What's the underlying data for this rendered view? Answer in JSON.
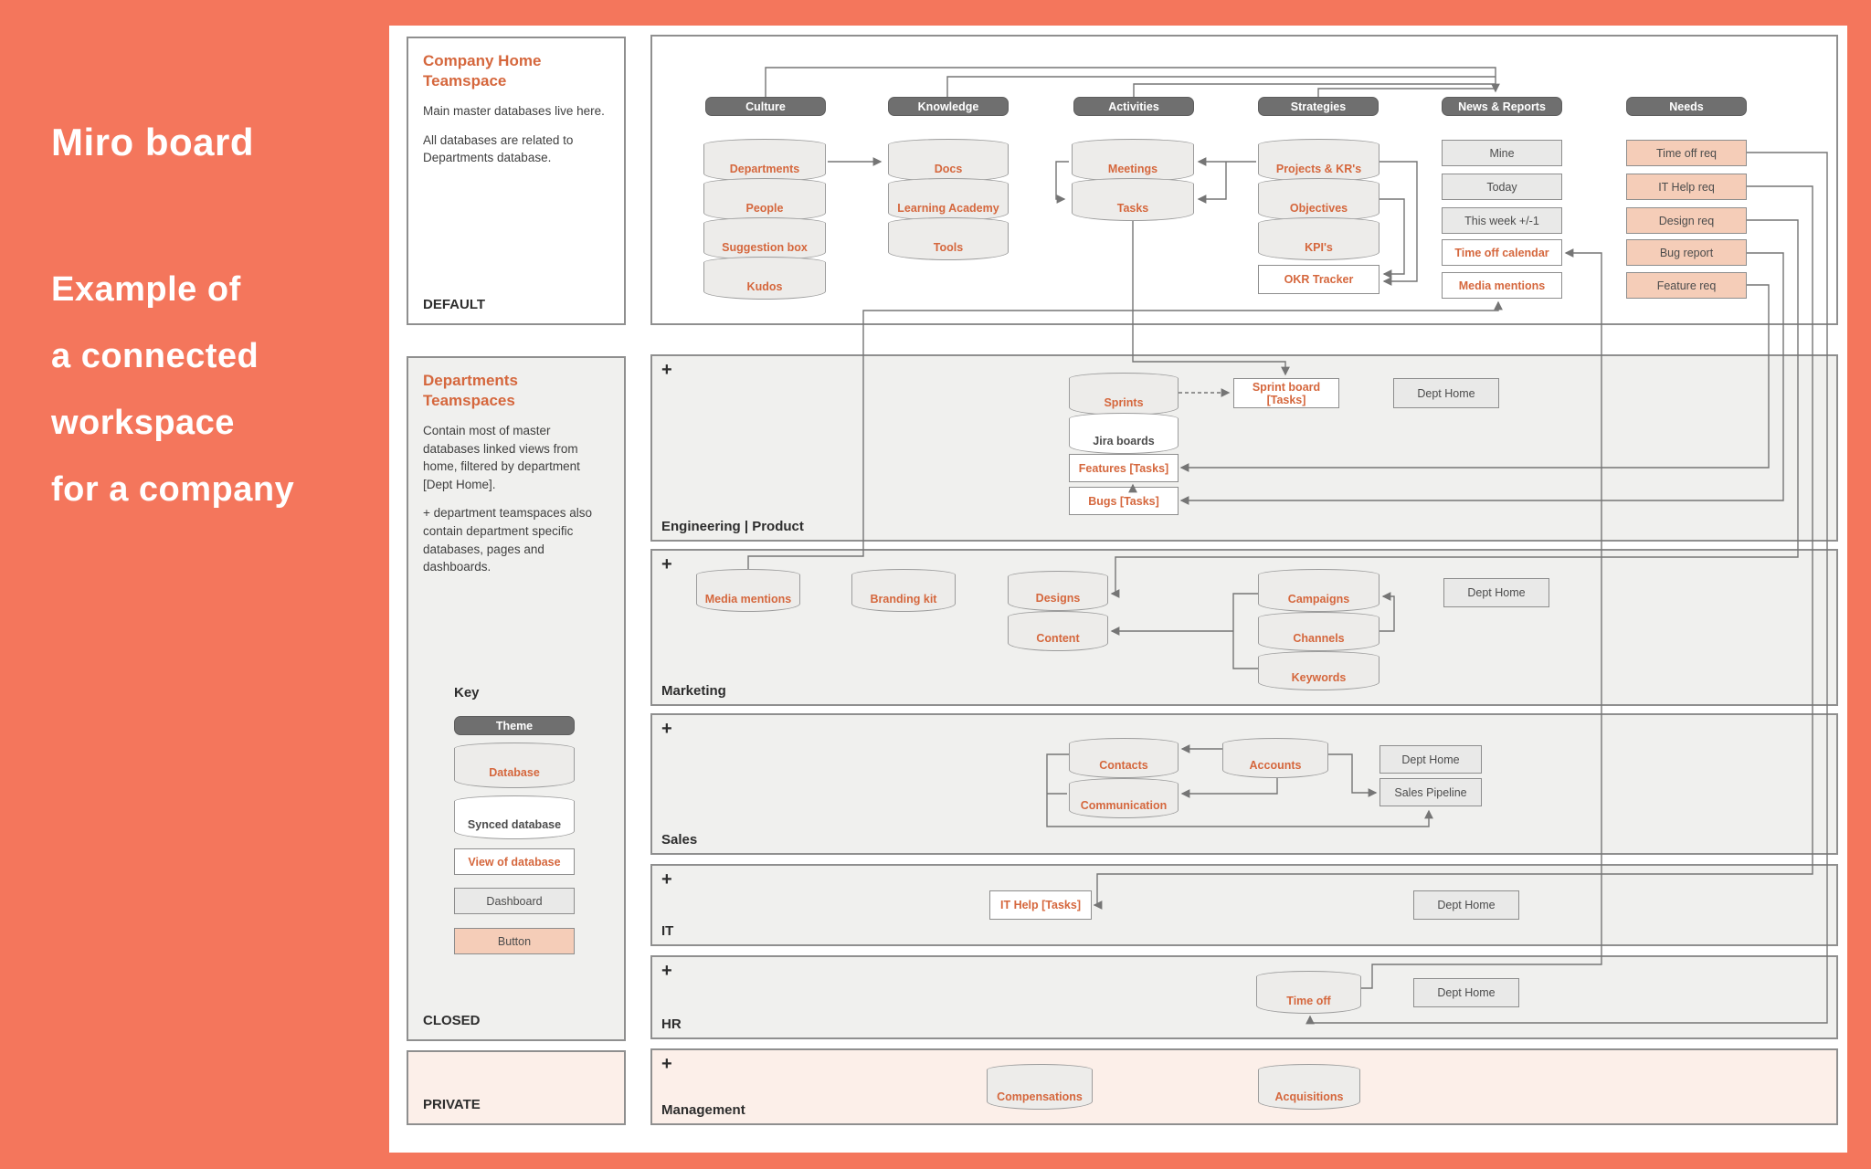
{
  "sidebar": {
    "title": "Miro board",
    "subtitle": [
      "Example of",
      "a connected",
      "workspace",
      "for a company"
    ]
  },
  "company_panel": {
    "title": "Company Home Teamspace",
    "p1": "Main master databases live here.",
    "p2": "All databases are related to Departments database.",
    "footer": "DEFAULT"
  },
  "departments_panel": {
    "title": "Departments Teamspaces",
    "p1": "Contain most of master databases linked views from home, filtered by department [Dept Home].",
    "p2": "+ department teamspaces also contain department specific databases, pages and dashboards.",
    "footer": "CLOSED",
    "key": {
      "title": "Key",
      "theme": "Theme",
      "database": "Database",
      "synced": "Synced database",
      "view": "View of database",
      "dashboard": "Dashboard",
      "button": "Button"
    }
  },
  "private_panel": {
    "footer": "PRIVATE"
  },
  "top": {
    "headers": [
      "Culture",
      "Knowledge",
      "Activities",
      "Strategies",
      "News & Reports",
      "Needs"
    ],
    "culture": [
      "Departments",
      "People",
      "Suggestion box",
      "Kudos"
    ],
    "knowledge": [
      "Docs",
      "Learning Academy",
      "Tools"
    ],
    "activities": [
      "Meetings",
      "Tasks"
    ],
    "strategies": [
      "Projects & KR's",
      "Objectives",
      "KPI's"
    ],
    "okr": "OKR Tracker",
    "news": [
      "Mine",
      "Today",
      "This week +/-1",
      "Time off calendar",
      "Media mentions"
    ],
    "needs": [
      "Time off req",
      "IT Help req",
      "Design req",
      "Bug report",
      "Feature req"
    ]
  },
  "rows": {
    "plus": "+",
    "engineering": {
      "label": "Engineering | Product",
      "sprints": "Sprints",
      "jira": "Jira boards",
      "features": "Features [Tasks]",
      "bugs": "Bugs [Tasks]",
      "sprint_board": "Sprint board [Tasks]",
      "dept_home": "Dept Home"
    },
    "marketing": {
      "label": "Marketing",
      "media": "Media mentions",
      "branding": "Branding kit",
      "designs": "Designs",
      "content": "Content",
      "campaigns": "Campaigns",
      "channels": "Channels",
      "keywords": "Keywords",
      "dept_home": "Dept Home"
    },
    "sales": {
      "label": "Sales",
      "contacts": "Contacts",
      "communication": "Communication",
      "accounts": "Accounts",
      "dept_home": "Dept Home",
      "pipeline": "Sales Pipeline"
    },
    "it": {
      "label": "IT",
      "it_help": "IT Help [Tasks]",
      "dept_home": "Dept Home"
    },
    "hr": {
      "label": "HR",
      "time_off": "Time off",
      "dept_home": "Dept Home"
    },
    "management": {
      "label": "Management",
      "compensations": "Compensations",
      "acquisitions": "Acquisitions"
    }
  },
  "colors": {
    "coral": "#f4765c",
    "orange_text": "#d5673d",
    "peach": "#f5cdb8",
    "pill_gray": "#6f6f6f",
    "row_bg": "#f0f0ee",
    "pink_bg": "#fcefe9",
    "line": "#757575"
  }
}
